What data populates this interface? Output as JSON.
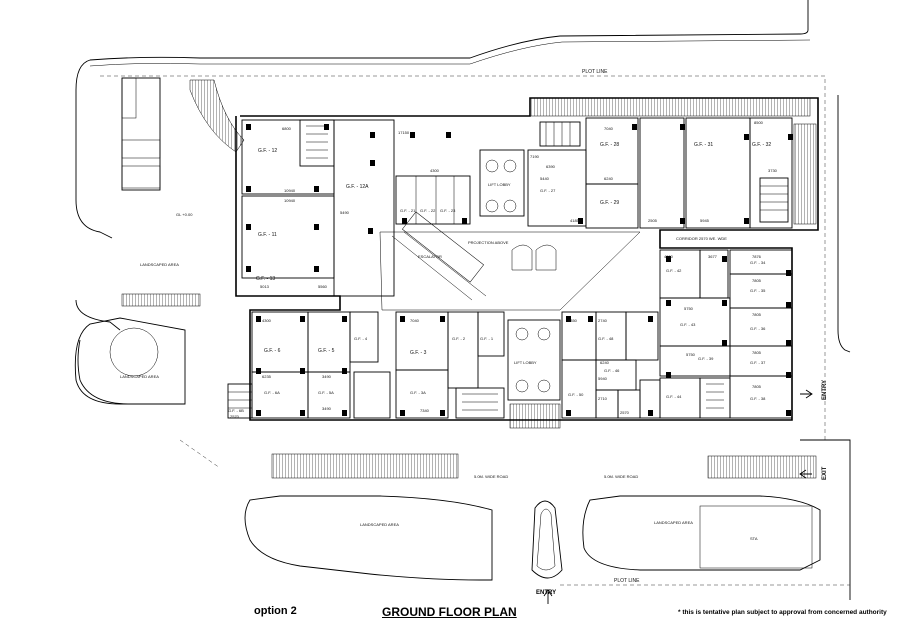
{
  "title": "GROUND FLOOR PLAN",
  "option_label": "option 2",
  "disclaimer": "* this is tentative plan subject to approval from concerned authority",
  "labels": {
    "plot_line": "PLOT LINE",
    "plot_line_bottom": "PLOT LINE",
    "entry_bottom": "ENTRY",
    "entry_right": "ENTRY",
    "exit_right": "EXIT",
    "landscaped_area": "LANDSCAPED AREA",
    "landscaped_area_left": "LANDSCAPED AREA",
    "landscaped_area_right": "LANDSCAPED AREA",
    "landscaped_area_bottom": "LANDSCAPED AREA",
    "lift_lobby": "LIFT LOBBY",
    "lift_lobby_2": "LIFT LOBBY",
    "projection_above": "PROJECTION ABOVE",
    "corridor": "CORRIDOR 2570 WE. WDE",
    "road_left": "5.0M. WIDE ROAD",
    "road_right": "5.0M. WIDE ROAD",
    "gl_level": "GL +0.00",
    "escalator": "ESCALATOR",
    "sta": "STA"
  },
  "units": {
    "gf11": "G.F. - 11",
    "gf12": "G.F. - 12",
    "gf12a": "G.F. - 12A",
    "gf13": "G.F. - 13",
    "gf21": "G.F. - 21",
    "gf22": "G.F. - 22",
    "gf23": "G.F. - 23",
    "gf27": "G.F. - 27",
    "gf28": "G.F. - 28",
    "gf29": "G.F. - 29",
    "gf31": "G.F. - 31",
    "gf32": "G.F. - 32",
    "gf34": "G.F. - 34",
    "gf35": "G.F. - 35",
    "gf36": "G.F. - 36",
    "gf37": "G.F. - 37",
    "gf38": "G.F. - 38",
    "gf39": "G.F. - 39",
    "gf42": "G.F. - 42",
    "gf43": "G.F. - 43",
    "gf44": "G.F. - 44",
    "gf46": "G.F. - 46",
    "gf48": "G.F. - 48",
    "gf50": "G.F. - 50",
    "gf1": "G.F. - 1",
    "gf2": "G.F. - 2",
    "gf3": "G.F. - 3",
    "gf3a": "G.F. - 3A",
    "gf4": "G.F. - 4",
    "gf5": "G.F. - 5",
    "gf5a": "G.F. - 5A",
    "gf6": "G.F. - 6",
    "gf6a": "G.F. - 6A",
    "gf6b": "G.F. - 6B"
  },
  "dims": {
    "d1": "6800",
    "d2": "17150",
    "d3": "10940",
    "d4": "10940",
    "d5": "5013",
    "d6": "5560",
    "d7": "4300",
    "d8": "7190",
    "d9": "6390",
    "d10": "5440",
    "d11": "7040",
    "d12": "6240",
    "d13": "4185",
    "d14": "2505",
    "d15": "5945",
    "d16": "8500",
    "d17": "7876",
    "d18": "7805",
    "d19": "7805",
    "d20": "7805",
    "d21": "5750",
    "d22": "4300",
    "d23": "6235",
    "d24": "3490",
    "d25": "3490",
    "d26": "2570",
    "d27": "7340",
    "d28": "7040",
    "d29": "2740",
    "d30": "5750",
    "d31": "4960",
    "d32": "3677",
    "d33": "6240",
    "d34": "7805",
    "d35": "5350",
    "d36": "5940",
    "d37": "2710",
    "d38": "2570",
    "d39": "3730",
    "d40": "5490"
  }
}
